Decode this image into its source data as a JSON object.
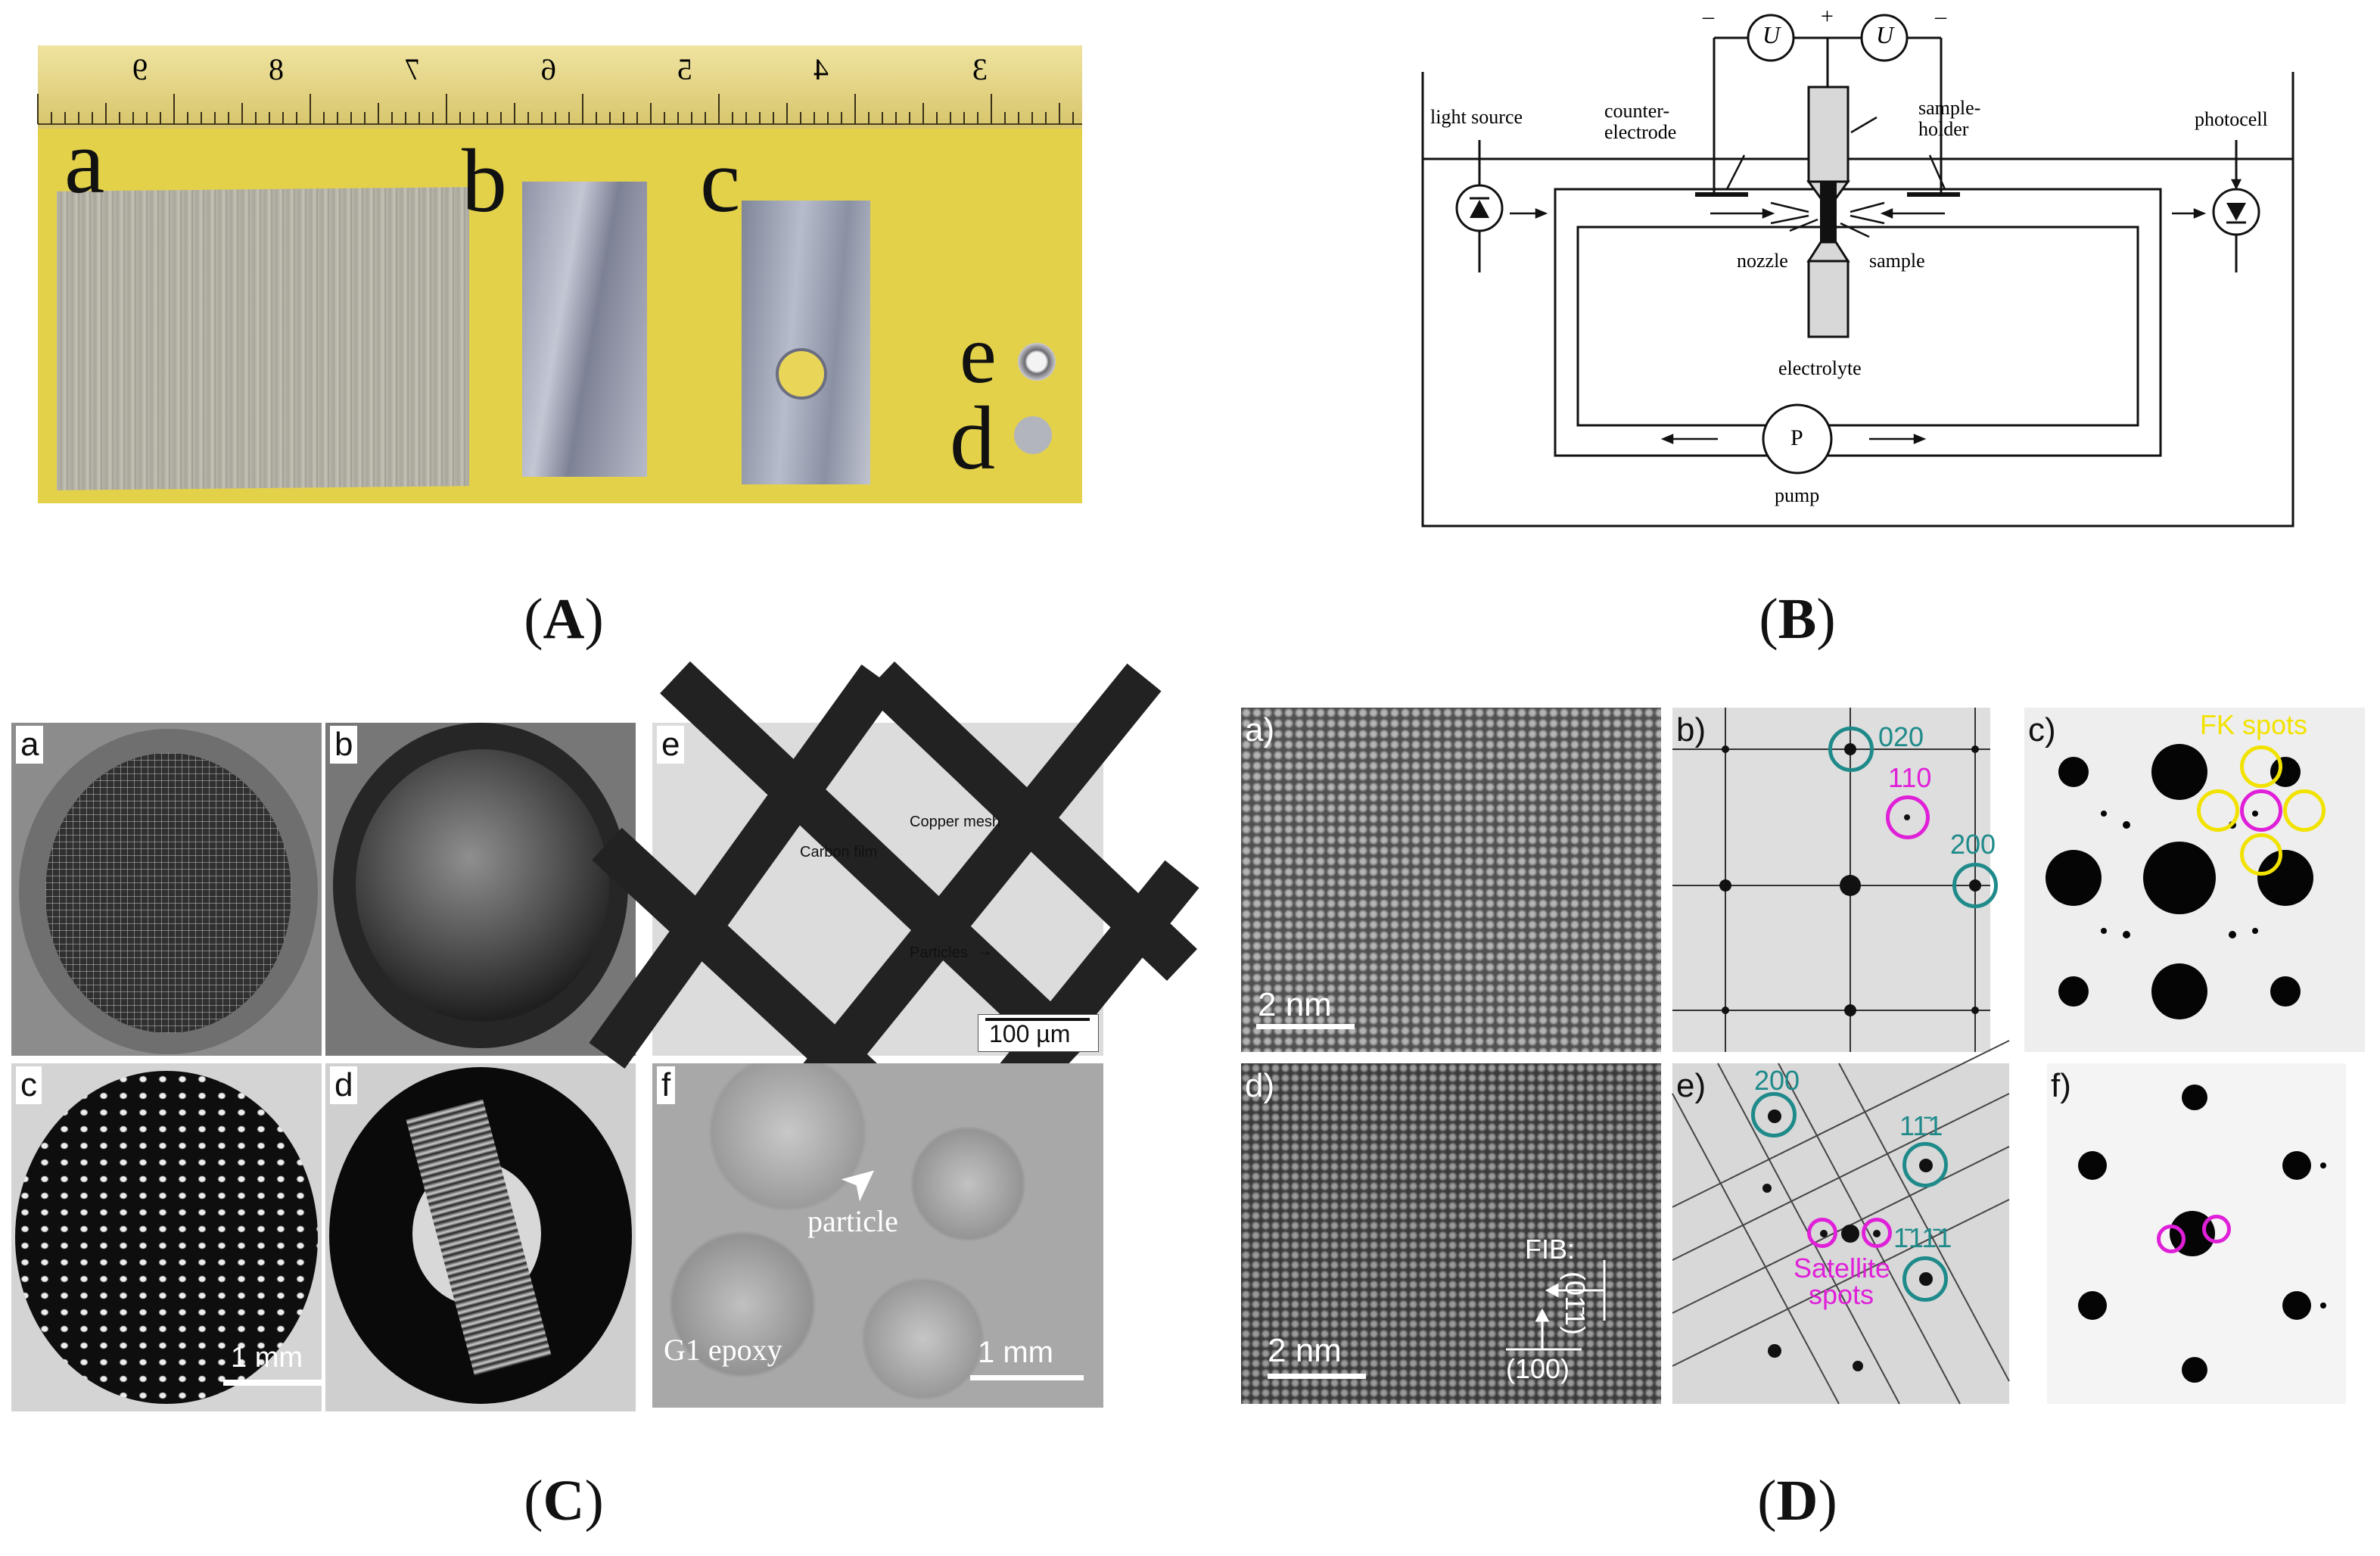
{
  "figure": {
    "panels": {
      "A": {
        "caption_open": "(",
        "caption_letter": "A",
        "caption_close": ")",
        "ruler_numbers": [
          "9",
          "8",
          "7",
          "6",
          "5",
          "4",
          "3"
        ],
        "sample_labels": {
          "a": "a",
          "b": "b",
          "c": "c",
          "e": "e",
          "d": "d"
        }
      },
      "B": {
        "caption_open": "(",
        "caption_letter": "B",
        "caption_close": ")",
        "labels": {
          "light_source": "light source",
          "counter_electrode_1": "counter-",
          "counter_electrode_2": "electrode",
          "sample_holder_1": "sample-",
          "sample_holder_2": "holder",
          "photocell": "photocell",
          "nozzle": "nozzle",
          "sample": "sample",
          "electrolyte": "electrolyte",
          "pump_letter": "P",
          "pump": "pump",
          "voltmeter": "U",
          "minus": "–",
          "plus": "+"
        }
      },
      "C": {
        "caption_open": "(",
        "caption_letter": "C",
        "caption_close": ")",
        "sublabels": {
          "a": "a",
          "b": "b",
          "c": "c",
          "d": "d",
          "e": "e",
          "f": "f"
        },
        "scale_c": "1 mm",
        "scale_e": "100 µm",
        "scale_f": "1 mm",
        "e_copper_mesh": "Copper mesh",
        "e_carbon_film": "Carbon film",
        "e_particles": "Particles",
        "f_particle": "particle",
        "f_epoxy": "G1 epoxy"
      },
      "D": {
        "caption_open": "(",
        "caption_letter": "D",
        "caption_close": ")",
        "sublabels": {
          "a": "a)",
          "b": "b)",
          "c": "c)",
          "d": "d)",
          "e": "e)",
          "f": "f)"
        },
        "scale_a": "2 nm",
        "scale_d": "2 nm",
        "b_020": "020",
        "b_110": "110",
        "b_200": "200",
        "c_fk": "FK spots",
        "d_fib": "FIB:",
        "d_0m11": "(01̄1)",
        "d_100": "(100)",
        "e_200": "200",
        "e_1m11": "11̄1",
        "e_m1m11": "1̄11̄1",
        "e_satellite_1": "Satellite",
        "e_satellite_2": "spots"
      }
    },
    "colors": {
      "teal": "#1f8a8a",
      "magenta": "#e020d8",
      "yellow": "#f2e200",
      "ruler_yellow": "#e6d64a"
    }
  }
}
